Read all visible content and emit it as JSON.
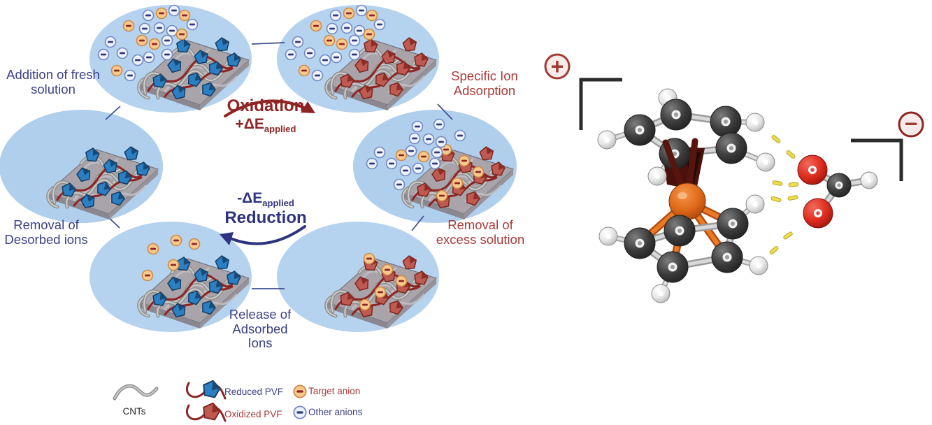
{
  "stages": {
    "addition": "Addition of fresh solution",
    "specific_adsorption": "Specific Ion Adsorption",
    "removal_excess": "Removal of excess solution",
    "release": "Release of Adsorbed Ions",
    "removal_desorbed": "Removal of Desorbed ions"
  },
  "processes": {
    "oxidation": {
      "name": "Oxidation",
      "potential": "+ΔE",
      "potential_sub": "applied"
    },
    "reduction": {
      "name": "Reduction",
      "potential": "-ΔE",
      "potential_sub": "applied"
    }
  },
  "legend": {
    "cnts": "CNTs",
    "reduced_pvf": "Reduced PVF",
    "oxidized_pvf": "Oxidized PVF",
    "target_anion": "Target anion",
    "other_anions": "Other anions"
  },
  "electrodes": {
    "positive": "+",
    "negative": "−"
  },
  "colors": {
    "solution_blue": "#b5d3ee",
    "navy_text": "#3c4187",
    "red_text": "#a93b38",
    "oxidation_red": "#8e2423",
    "reduction_navy": "#2e357e",
    "target_anion_orange": "#f7c98f",
    "other_anion_blue": "#eef3fb",
    "reduced_pvf_blue": "#2b7fc2",
    "oxidized_pvf_red": "#bf5a52",
    "iron_orange": "#e06a1a",
    "electrode_sign_red": "#a03a33"
  }
}
